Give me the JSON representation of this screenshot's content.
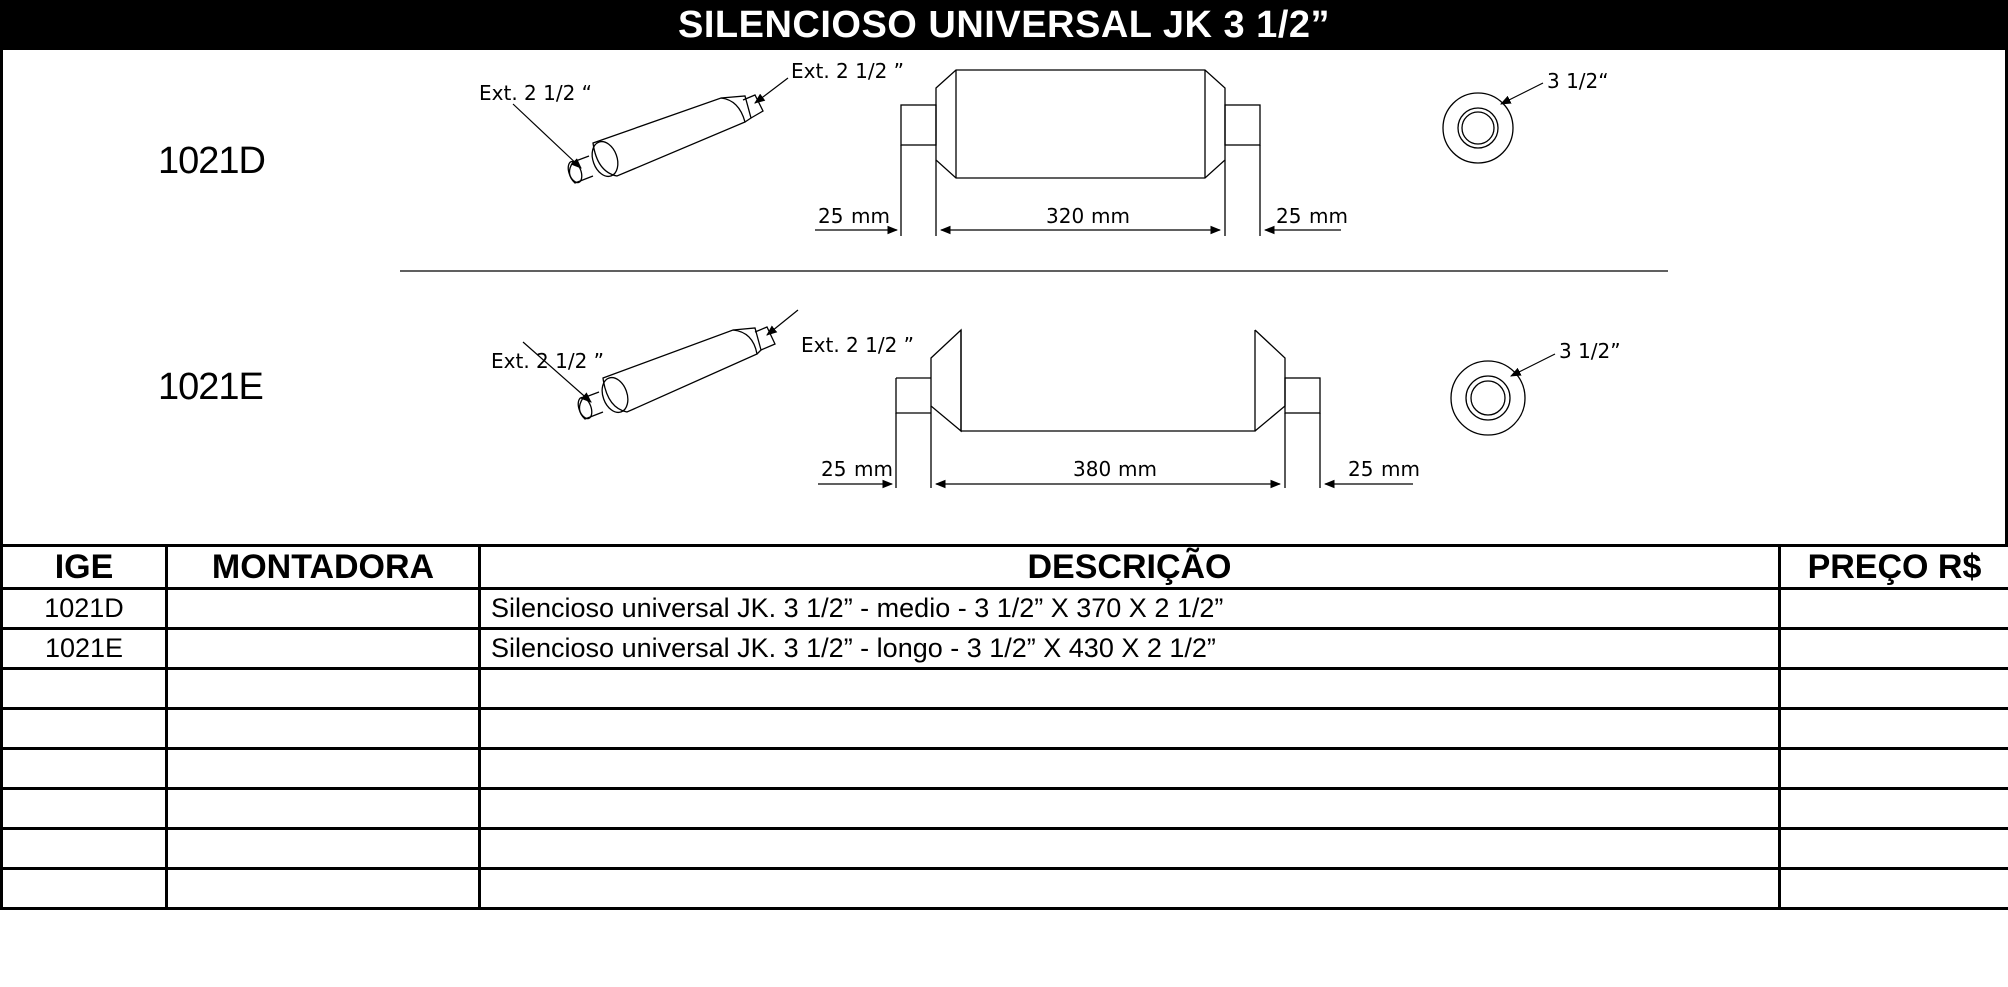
{
  "title": "SILENCIOSO UNIVERSAL JK  3 1/2”",
  "drawings": [
    {
      "code": "1021D",
      "inlet_label": "Ext. 2 1/2 “",
      "outlet_label": "Ext. 2 1/2  ”",
      "diameter_label": "3 1/2“",
      "left_dim": "25",
      "center_dim": "320",
      "right_dim": "25",
      "unit": "mm"
    },
    {
      "code": "1021E",
      "inlet_label": "Ext. 2 1/2 ”",
      "outlet_label": "Ext. 2 1/2  ”",
      "diameter_label": "3 1/2”",
      "left_dim": "25",
      "center_dim": "380",
      "right_dim": "25",
      "unit": "mm"
    }
  ],
  "table": {
    "headers": [
      "IGE",
      "MONTADORA",
      "DESCRIÇÃO",
      "PREÇO R$"
    ],
    "rows": [
      [
        "1021D",
        "",
        "Silencioso universal JK. 3 1/2” - medio -  3 1/2” X 370 X 2 1/2”",
        ""
      ],
      [
        "1021E",
        "",
        "Silencioso universal JK. 3 1/2” - longo -  3 1/2” X 430 X 2 1/2”",
        ""
      ],
      [
        "",
        "",
        "",
        ""
      ],
      [
        "",
        "",
        "",
        ""
      ],
      [
        "",
        "",
        "",
        ""
      ],
      [
        "",
        "",
        "",
        ""
      ],
      [
        "",
        "",
        "",
        ""
      ],
      [
        "",
        "",
        "",
        ""
      ]
    ]
  }
}
